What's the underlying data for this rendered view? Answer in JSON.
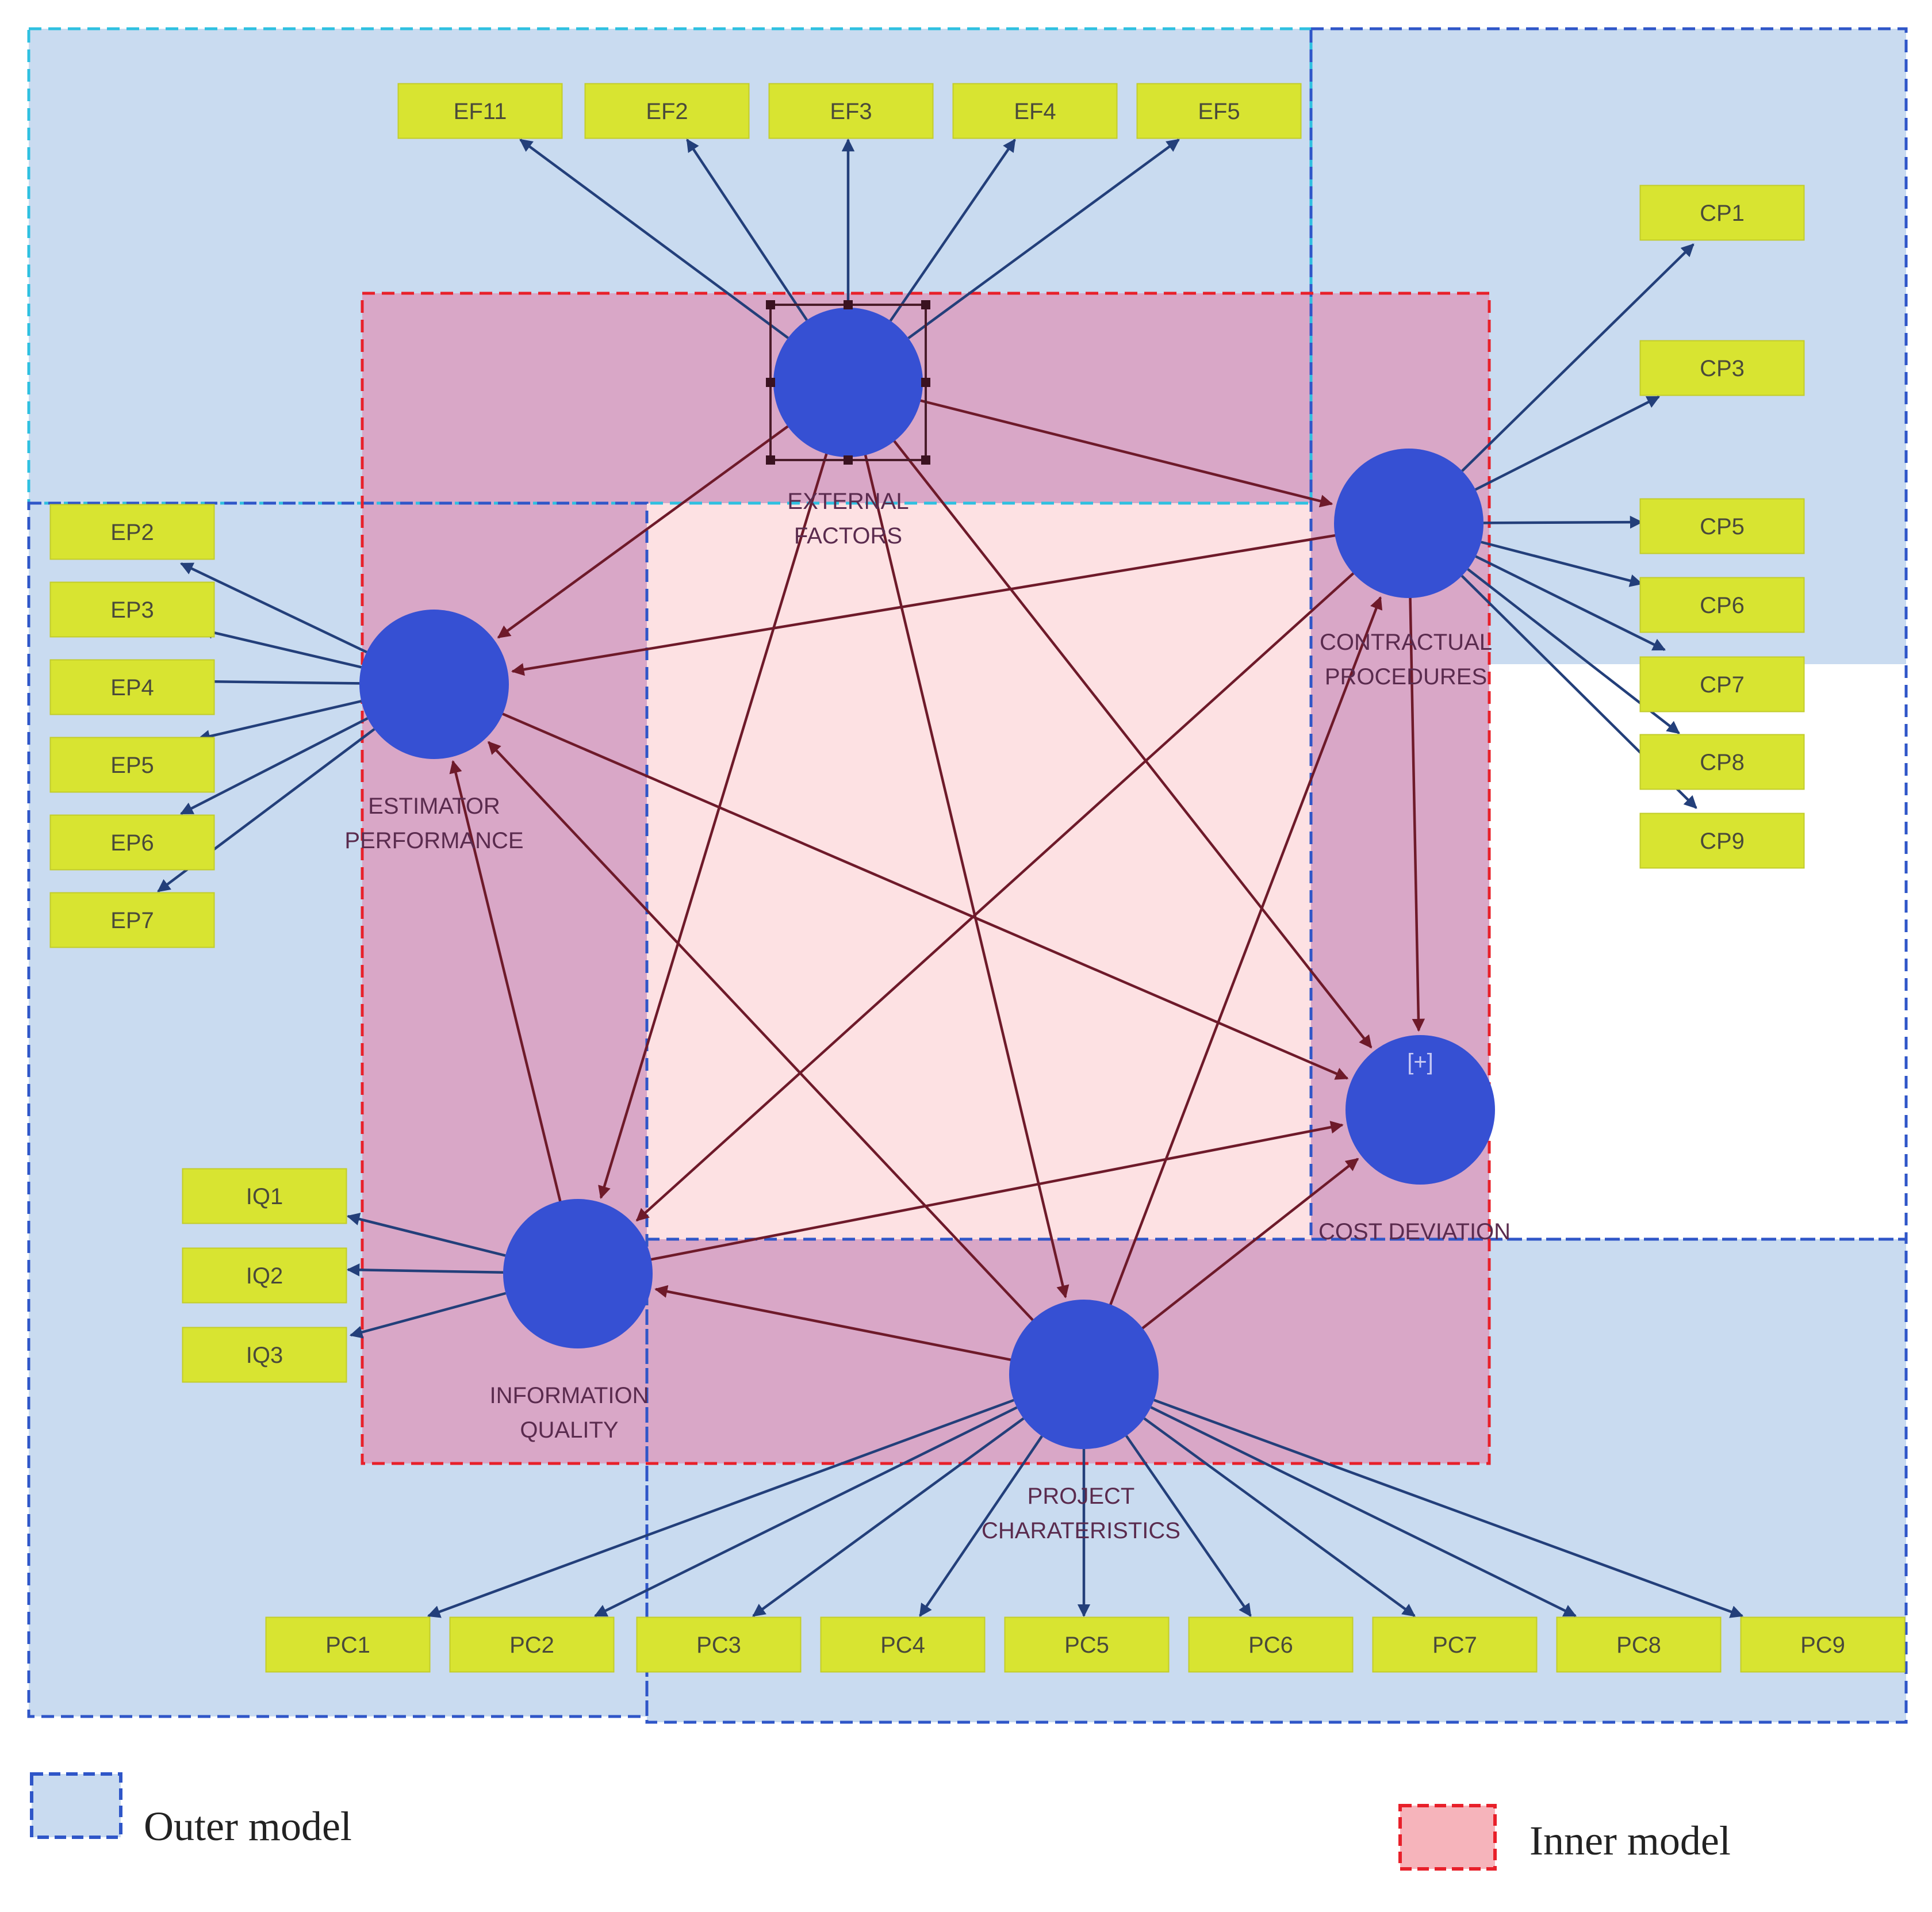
{
  "colors": {
    "outer_fill": "#c9dbf0",
    "outer_border_cyan": "#2fc0e0",
    "outer_border_blue": "#2f56c8",
    "inner_region": "#d9a7c7",
    "center_fill": "#fde1e3",
    "inner_border": "#e8202a",
    "indicator_fill": "#d8e431",
    "latent_fill": "#3650d3",
    "outer_arrow": "#233f7a",
    "inner_arrow": "#6e1a2a"
  },
  "latent_variables": {
    "ef": {
      "label_lines": [
        "EXTERNAL",
        "FACTORS"
      ],
      "selected": true
    },
    "cp": {
      "label_lines": [
        "CONTRACTUAL",
        "PROCEDURES"
      ]
    },
    "ep": {
      "label_lines": [
        "ESTIMATOR",
        "PERFORMANCE"
      ]
    },
    "cd": {
      "label_lines": [
        "COST DEVIATION"
      ],
      "marker": "[+]"
    },
    "iq": {
      "label_lines": [
        "INFORMATION",
        "QUALITY"
      ]
    },
    "pc": {
      "label_lines": [
        "PROJECT",
        "CHARATERISTICS"
      ]
    }
  },
  "indicators": {
    "ef": [
      "EF11",
      "EF2",
      "EF3",
      "EF4",
      "EF5"
    ],
    "cp": [
      "CP1",
      "CP3",
      "CP5",
      "CP6",
      "CP7",
      "CP8",
      "CP9"
    ],
    "ep": [
      "EP2",
      "EP3",
      "EP4",
      "EP5",
      "EP6",
      "EP7"
    ],
    "iq": [
      "IQ1",
      "IQ2",
      "IQ3"
    ],
    "pc": [
      "PC1",
      "PC2",
      "PC3",
      "PC4",
      "PC5",
      "PC6",
      "PC7",
      "PC8",
      "PC9"
    ]
  },
  "inner_paths": [
    [
      "ef",
      "cp"
    ],
    [
      "ef",
      "ep"
    ],
    [
      "ef",
      "iq"
    ],
    [
      "ef",
      "pc"
    ],
    [
      "ef",
      "cd"
    ],
    [
      "cp",
      "ep"
    ],
    [
      "cp",
      "iq"
    ],
    [
      "cp",
      "cd"
    ],
    [
      "ep",
      "cd"
    ],
    [
      "iq",
      "ep"
    ],
    [
      "iq",
      "cd"
    ],
    [
      "pc",
      "iq"
    ],
    [
      "pc",
      "ep"
    ],
    [
      "pc",
      "cp"
    ],
    [
      "pc",
      "cd"
    ]
  ],
  "legend": {
    "outer": "Outer model",
    "inner": "Inner model"
  }
}
